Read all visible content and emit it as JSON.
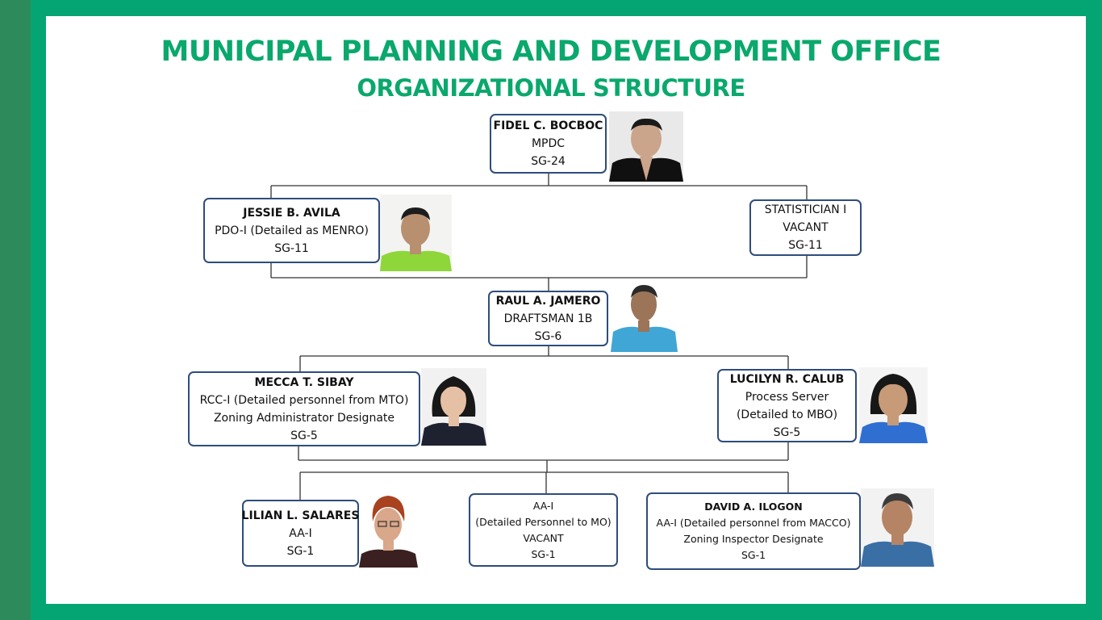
{
  "colors": {
    "frame": "#04a572",
    "side_bar": "#2d8a5a",
    "title": "#0aa86c",
    "box_border": "#2e4d7c",
    "lines": "#333333"
  },
  "header": {
    "title": "MUNICIPAL PLANNING AND DEVELOPMENT OFFICE",
    "subtitle": "ORGANIZATIONAL STRUCTURE"
  },
  "nodes": {
    "bocboc": {
      "name": "FIDEL C. BOCBOC",
      "position": "MPDC",
      "grade": "SG-24"
    },
    "avila": {
      "name": "JESSIE B. AVILA",
      "position": "PDO-I (Detailed as MENRO)",
      "grade": "SG-11"
    },
    "stat": {
      "line1": "STATISTICIAN I",
      "line2": "VACANT",
      "grade": "SG-11"
    },
    "jamero": {
      "name": "RAUL A. JAMERO",
      "position": "DRAFTSMAN 1B",
      "grade": "SG-6"
    },
    "sibay": {
      "name": "MECCA T. SIBAY",
      "position": "RCC-I (Detailed personnel from MTO)",
      "designation": "Zoning Administrator Designate",
      "grade": "SG-5"
    },
    "calub": {
      "name": "LUCILYN R. CALUB",
      "position": "Process Server",
      "detail": "(Detailed to MBO)",
      "grade": "SG-5"
    },
    "salares": {
      "name": "LILIAN L. SALARES",
      "position": "AA-I",
      "grade": "SG-1"
    },
    "aa_vacant": {
      "line1": "AA-I",
      "line2": "(Detailed  Personnel to MO)",
      "line3": "VACANT",
      "grade": "SG-1"
    },
    "ilogon": {
      "name": "DAVID A. ILOGON",
      "position": "AA-I (Detailed personnel from MACCO)",
      "designation": "Zoning Inspector Designate",
      "grade": "SG-1"
    }
  }
}
